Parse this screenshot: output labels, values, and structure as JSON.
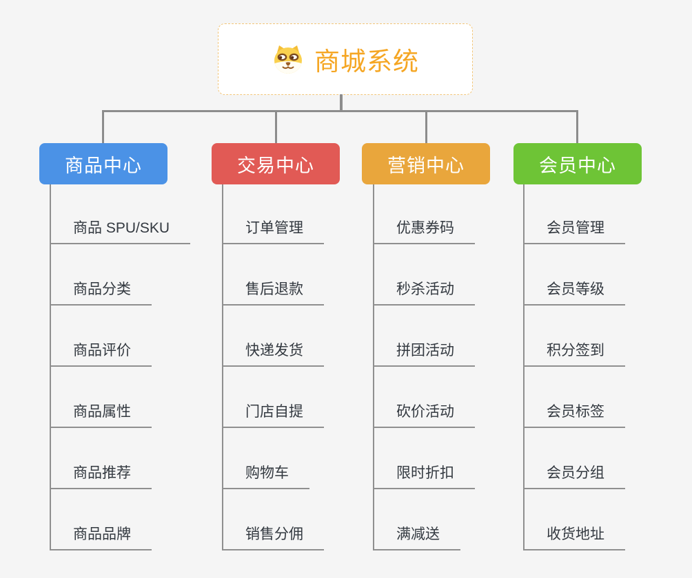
{
  "root": {
    "label": "商城系统",
    "icon": "dog-face-icon"
  },
  "colors": {
    "connector": "#8C8C8C",
    "underline": "#8F8F8F",
    "item_text": "#333940",
    "background": "#F5F5F5",
    "root_text": "#F5A623",
    "root_border": "#F2C578"
  },
  "branches": [
    {
      "label": "商品中心",
      "color": "#4B92E6",
      "items": [
        "商品 SPU/SKU",
        "商品分类",
        "商品评价",
        "商品属性",
        "商品推荐",
        "商品品牌"
      ]
    },
    {
      "label": "交易中心",
      "color": "#E15A55",
      "items": [
        "订单管理",
        "售后退款",
        "快递发货",
        "门店自提",
        "购物车",
        "销售分佣"
      ]
    },
    {
      "label": "营销中心",
      "color": "#E9A63C",
      "items": [
        "优惠券码",
        "秒杀活动",
        "拼团活动",
        "砍价活动",
        "限时折扣",
        "满减送"
      ]
    },
    {
      "label": "会员中心",
      "color": "#6EC436",
      "items": [
        "会员管理",
        "会员等级",
        "积分签到",
        "会员标签",
        "会员分组",
        "收货地址"
      ]
    }
  ]
}
